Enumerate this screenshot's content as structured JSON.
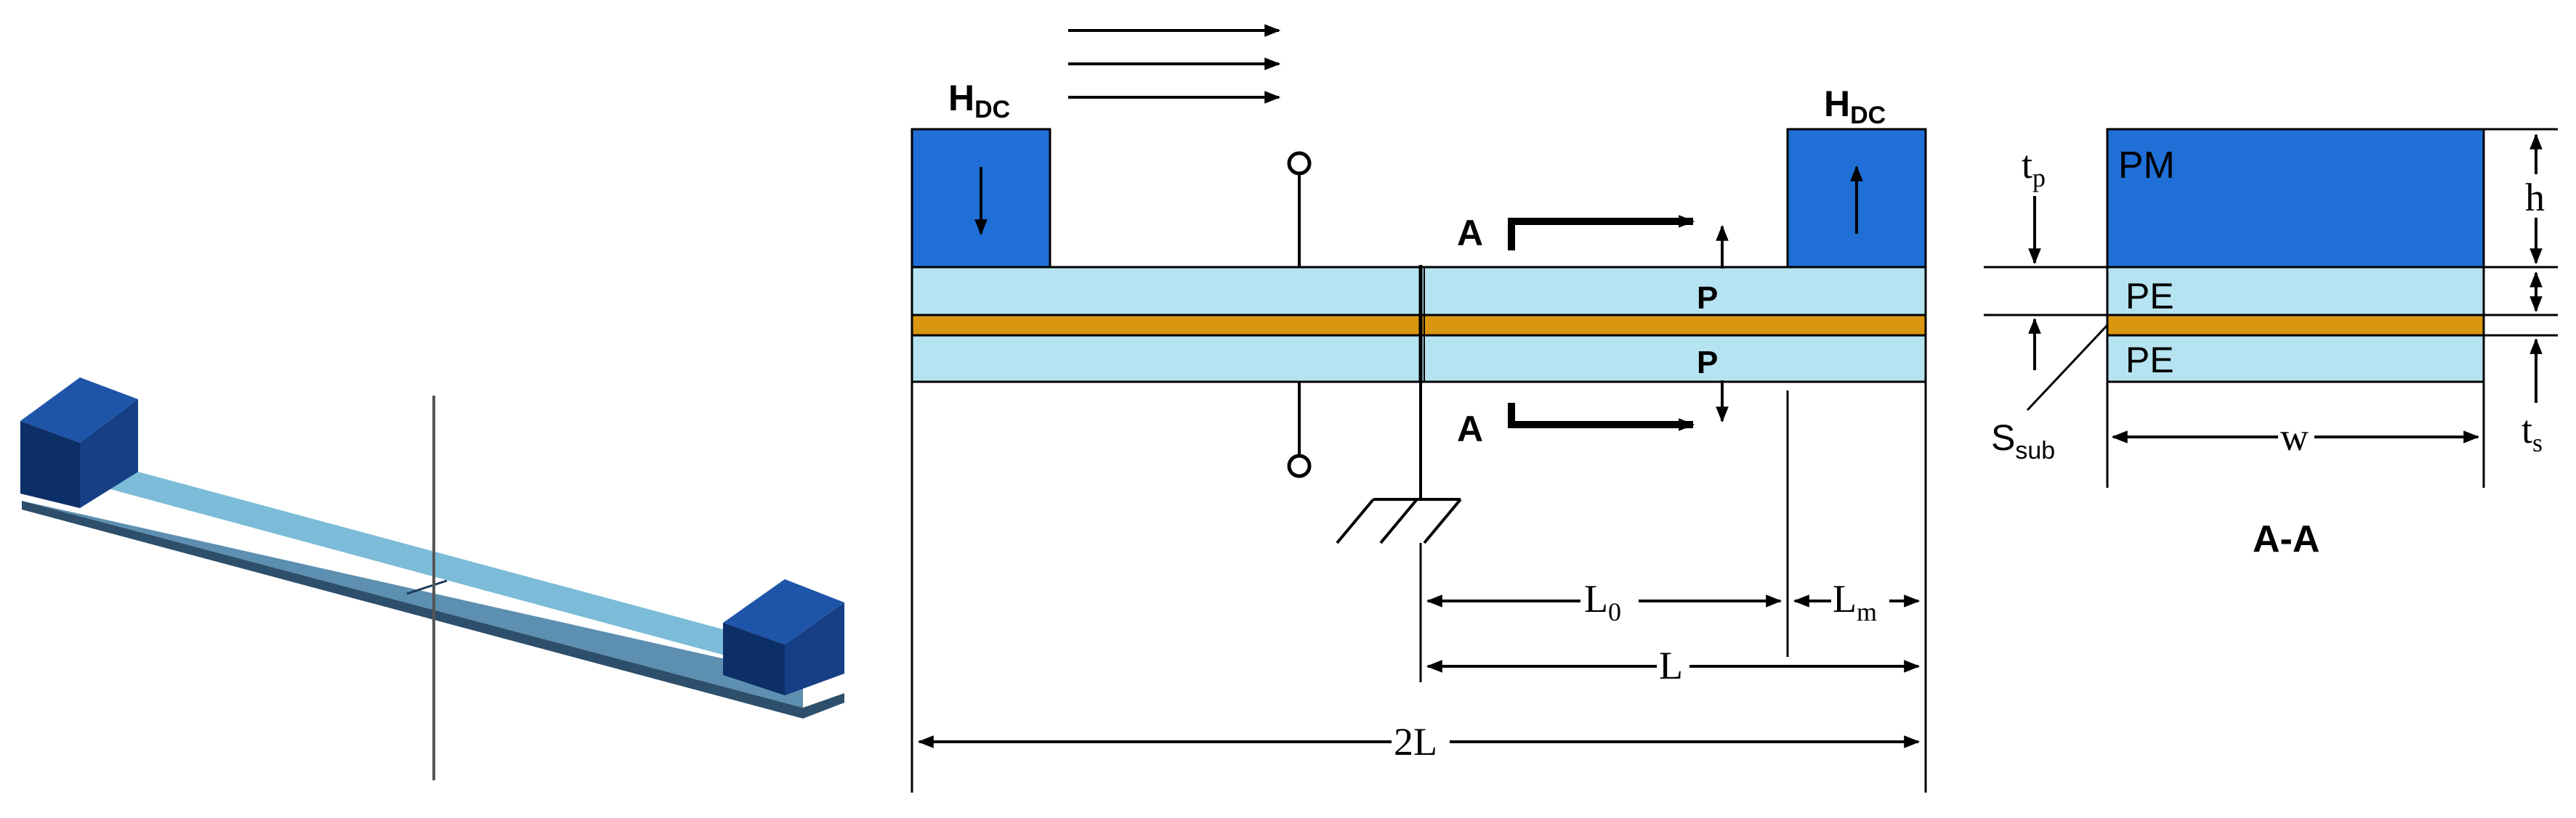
{
  "colors": {
    "magnet": "#1f6fd6",
    "magnet_3d_front": "#0d2f68",
    "magnet_3d_top": "#1f55a8",
    "magnet_3d_side": "#163f86",
    "piezo": "#b5e3f2",
    "piezo_3d": "#7cbcd8",
    "substrate": "#d9960f",
    "line": "#000000"
  },
  "labels": {
    "hdc_left": "H",
    "hdc_left_sub": "DC",
    "hdc_right": "H",
    "hdc_right_sub": "DC",
    "section_top": "A",
    "section_bottom": "A",
    "pol_top": "P",
    "pol_bottom": "P",
    "dim_L0": "L",
    "dim_L0_sub": "0",
    "dim_Lm": "L",
    "dim_Lm_sub": "m",
    "dim_L": "L",
    "dim_2L": "2L"
  },
  "section": {
    "layer_pm": "PM",
    "layer_pe_top": "PE",
    "layer_pe_bottom": "PE",
    "dim_tp": "t",
    "dim_tp_sub": "p",
    "dim_h": "h",
    "dim_ts": "t",
    "dim_ts_sub": "s",
    "dim_w": "w",
    "dim_ssub": "S",
    "dim_ssub_sub": "sub",
    "caption": "A-A"
  }
}
